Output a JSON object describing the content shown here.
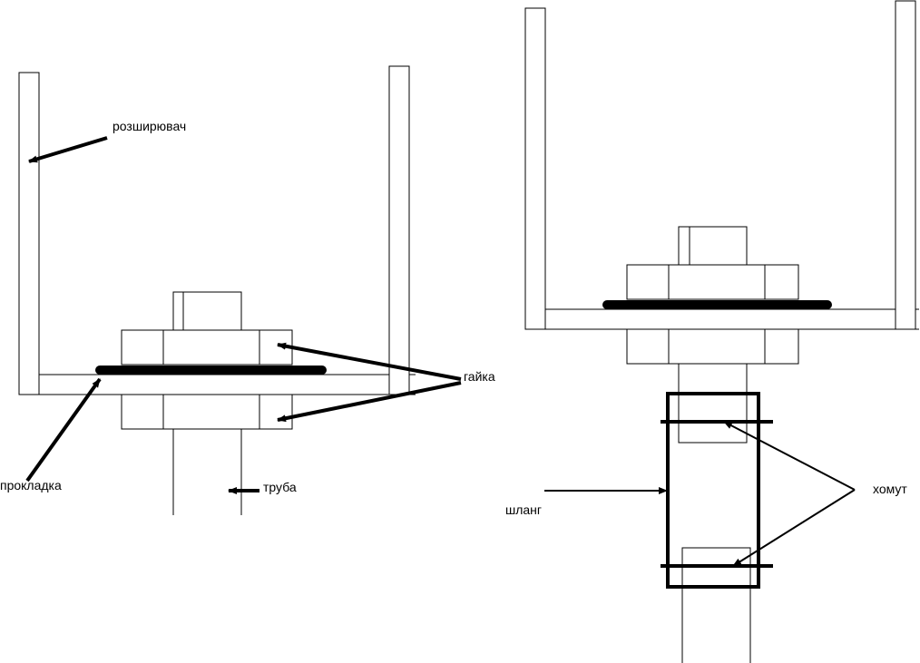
{
  "labels": {
    "expander": "розширювач",
    "nut": "гайка",
    "gasket": "прокладка",
    "pipe": "труба",
    "hose": "шланг",
    "clamp": "хомут"
  },
  "colors": {
    "line": "#000000",
    "background": "#ffffff"
  }
}
